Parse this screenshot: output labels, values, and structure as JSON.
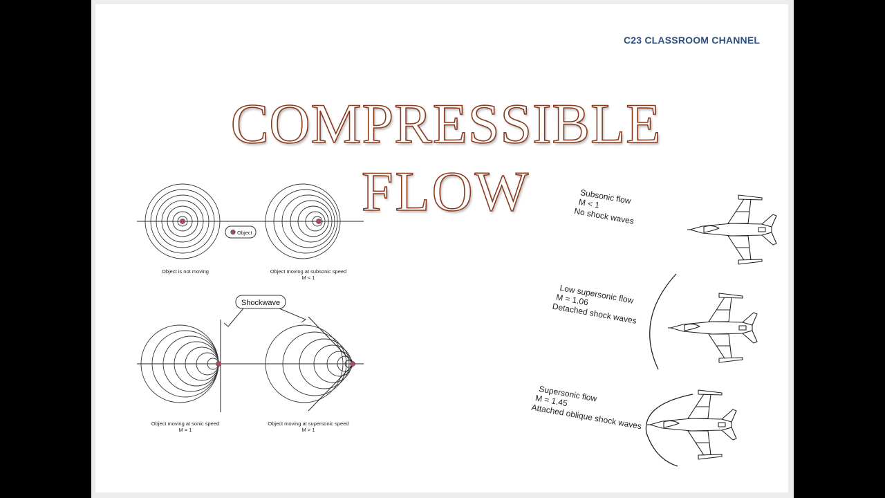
{
  "channel_name": "C23 CLASSROOM CHANNEL",
  "title": {
    "line1": "COMPRESSIBLE",
    "line2": "FLOW"
  },
  "legend": {
    "object_label": "Object"
  },
  "captions": {
    "not_moving": "Object is not moving",
    "subsonic": {
      "line1": "Object moving at subsonic speed",
      "line2": "M < 1"
    },
    "sonic": {
      "line1": "Object moving at sonic speed",
      "line2": "M = 1"
    },
    "supersonic": {
      "line1": "Object moving at supersonic speed",
      "line2": "M > 1"
    }
  },
  "shockwave_label": "Shockwave",
  "aircraft": [
    {
      "line1": "Subsonic flow",
      "line2": "M < 1",
      "line3": "No shock waves"
    },
    {
      "line1": "Low supersonic flow",
      "line2": "M = 1.06",
      "line3": "Detached shock waves"
    },
    {
      "line1": "Supersonic flow",
      "line2": "M = 1.45",
      "line3": "Attached oblique shock waves"
    }
  ],
  "colors": {
    "object": "#b5475a",
    "title_stroke": "#8a3a1e",
    "channel": "#2f4f7f"
  }
}
